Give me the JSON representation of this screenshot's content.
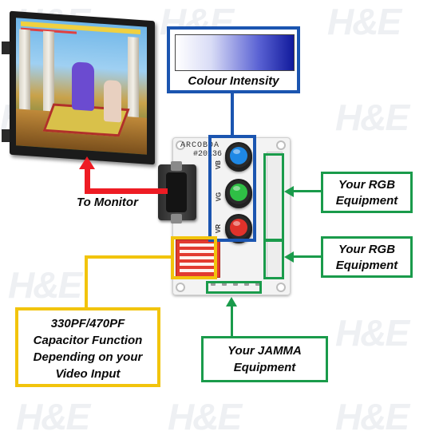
{
  "colour_intensity": {
    "label": "Colour Intensity"
  },
  "monitor": {
    "label": "To Monitor"
  },
  "board": {
    "brand": "ARCOBDA",
    "part_number": "#20136",
    "knobs": [
      {
        "label": "VB",
        "color": "#1e88e5"
      },
      {
        "label": "VG",
        "color": "#2fbf45"
      },
      {
        "label": "VR",
        "color": "#e0322b"
      }
    ]
  },
  "rgb_equipment_1": {
    "line1": "Your RGB",
    "line2": "Equipment"
  },
  "rgb_equipment_2": {
    "line1": "Your RGB",
    "line2": "Equipment"
  },
  "jamma": {
    "line1": "Your JAMMA",
    "line2": "Equipment"
  },
  "capacitor": {
    "line1": "330PF/470PF",
    "line2": "Capacitor Function",
    "line3": "Depending on your",
    "line4": "Video Input"
  },
  "colors": {
    "blue_frame": "#1b55b0",
    "green_frame": "#1a9b4b",
    "red_arrow": "#ee1c24",
    "yellow_frame": "#f2c40c"
  }
}
